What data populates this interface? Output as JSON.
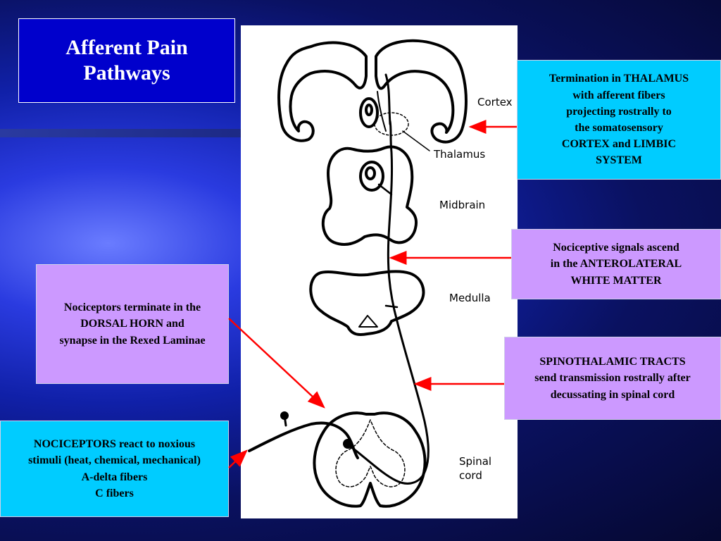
{
  "slide": {
    "title": "Afferent Pain Pathways"
  },
  "figure": {
    "labels": {
      "cortex": "Cortex",
      "thalamus": "Thalamus",
      "midbrain": "Midbrain",
      "medulla": "Medulla",
      "spinal_cord_line1": "Spinal",
      "spinal_cord_line2": "cord"
    }
  },
  "callouts": {
    "termination": {
      "lines": [
        "Termination in THALAMUS",
        "with afferent fibers",
        "projecting rostrally to",
        "the somatosensory",
        "CORTEX and LIMBIC",
        "SYSTEM"
      ]
    },
    "ascend": {
      "lines": [
        "Nociceptive signals ascend",
        "in the ANTEROLATERAL",
        "WHITE MATTER"
      ]
    },
    "spinothalamic": {
      "lines": [
        "SPINOTHALAMIC TRACTS",
        "send transmission rostrally after",
        "decussating in spinal cord"
      ]
    },
    "dorsal_horn": {
      "lines": [
        "Nociceptors terminate in the",
        "DORSAL HORN and",
        "synapse in the Rexed Laminae"
      ]
    },
    "nociceptors": {
      "lines": [
        "NOCICEPTORS react to noxious",
        "stimuli (heat, chemical, mechanical)",
        "A-delta fibers",
        "C fibers"
      ]
    }
  },
  "colors": {
    "title_bg": "#0000cc",
    "cyan_box": "#00ccff",
    "lavender_box": "#cc99ff",
    "arrow": "#ff0000"
  }
}
